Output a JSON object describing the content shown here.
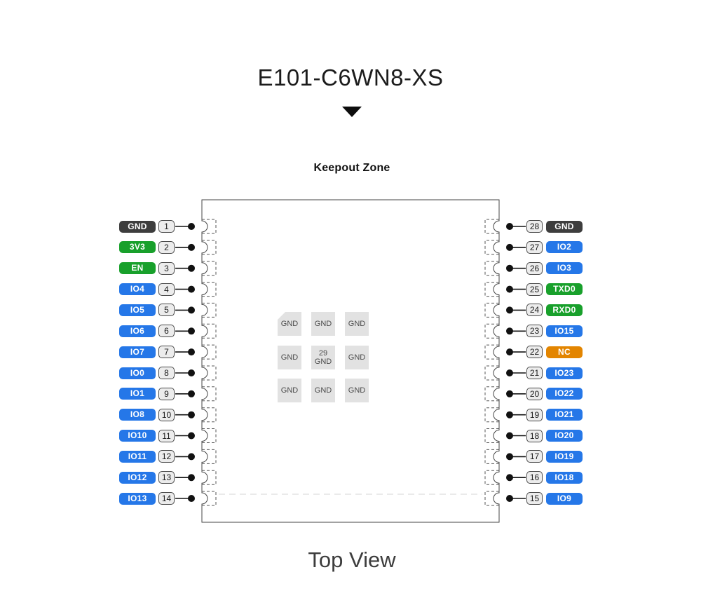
{
  "page": {
    "title": "E101-C6WN8-XS",
    "keepout_label": "Keepout Zone",
    "view_label": "Top View"
  },
  "colors": {
    "io_blue": "#2577E8",
    "power_green": "#18A02B",
    "ground_dark": "#3D3D3D",
    "nc_orange": "#E38500",
    "pad_gray": "#E2E2E2"
  },
  "module": {
    "left_pins": [
      {
        "number": "1",
        "label": "GND",
        "type": "ground"
      },
      {
        "number": "2",
        "label": "3V3",
        "type": "power"
      },
      {
        "number": "3",
        "label": "EN",
        "type": "power"
      },
      {
        "number": "4",
        "label": "IO4",
        "type": "io"
      },
      {
        "number": "5",
        "label": "IO5",
        "type": "io"
      },
      {
        "number": "6",
        "label": "IO6",
        "type": "io"
      },
      {
        "number": "7",
        "label": "IO7",
        "type": "io"
      },
      {
        "number": "8",
        "label": "IO0",
        "type": "io"
      },
      {
        "number": "9",
        "label": "IO1",
        "type": "io"
      },
      {
        "number": "10",
        "label": "IO8",
        "type": "io"
      },
      {
        "number": "11",
        "label": "IO10",
        "type": "io"
      },
      {
        "number": "12",
        "label": "IO11",
        "type": "io"
      },
      {
        "number": "13",
        "label": "IO12",
        "type": "io"
      },
      {
        "number": "14",
        "label": "IO13",
        "type": "io"
      }
    ],
    "right_pins": [
      {
        "number": "28",
        "label": "GND",
        "type": "ground"
      },
      {
        "number": "27",
        "label": "IO2",
        "type": "io"
      },
      {
        "number": "26",
        "label": "IO3",
        "type": "io"
      },
      {
        "number": "25",
        "label": "TXD0",
        "type": "power"
      },
      {
        "number": "24",
        "label": "RXD0",
        "type": "power"
      },
      {
        "number": "23",
        "label": "IO15",
        "type": "io"
      },
      {
        "number": "22",
        "label": "NC",
        "type": "nc"
      },
      {
        "number": "21",
        "label": "IO23",
        "type": "io"
      },
      {
        "number": "20",
        "label": "IO22",
        "type": "io"
      },
      {
        "number": "19",
        "label": "IO21",
        "type": "io"
      },
      {
        "number": "18",
        "label": "IO20",
        "type": "io"
      },
      {
        "number": "17",
        "label": "IO19",
        "type": "io"
      },
      {
        "number": "16",
        "label": "IO18",
        "type": "io"
      },
      {
        "number": "15",
        "label": "IO9",
        "type": "io"
      }
    ],
    "thermal_pads": {
      "cells": [
        {
          "label": "GND"
        },
        {
          "label": "GND"
        },
        {
          "label": "GND"
        },
        {
          "label": "GND"
        },
        {
          "number": "29",
          "label": "GND"
        },
        {
          "label": "GND"
        },
        {
          "label": "GND"
        },
        {
          "label": "GND"
        },
        {
          "label": "GND"
        }
      ]
    }
  }
}
